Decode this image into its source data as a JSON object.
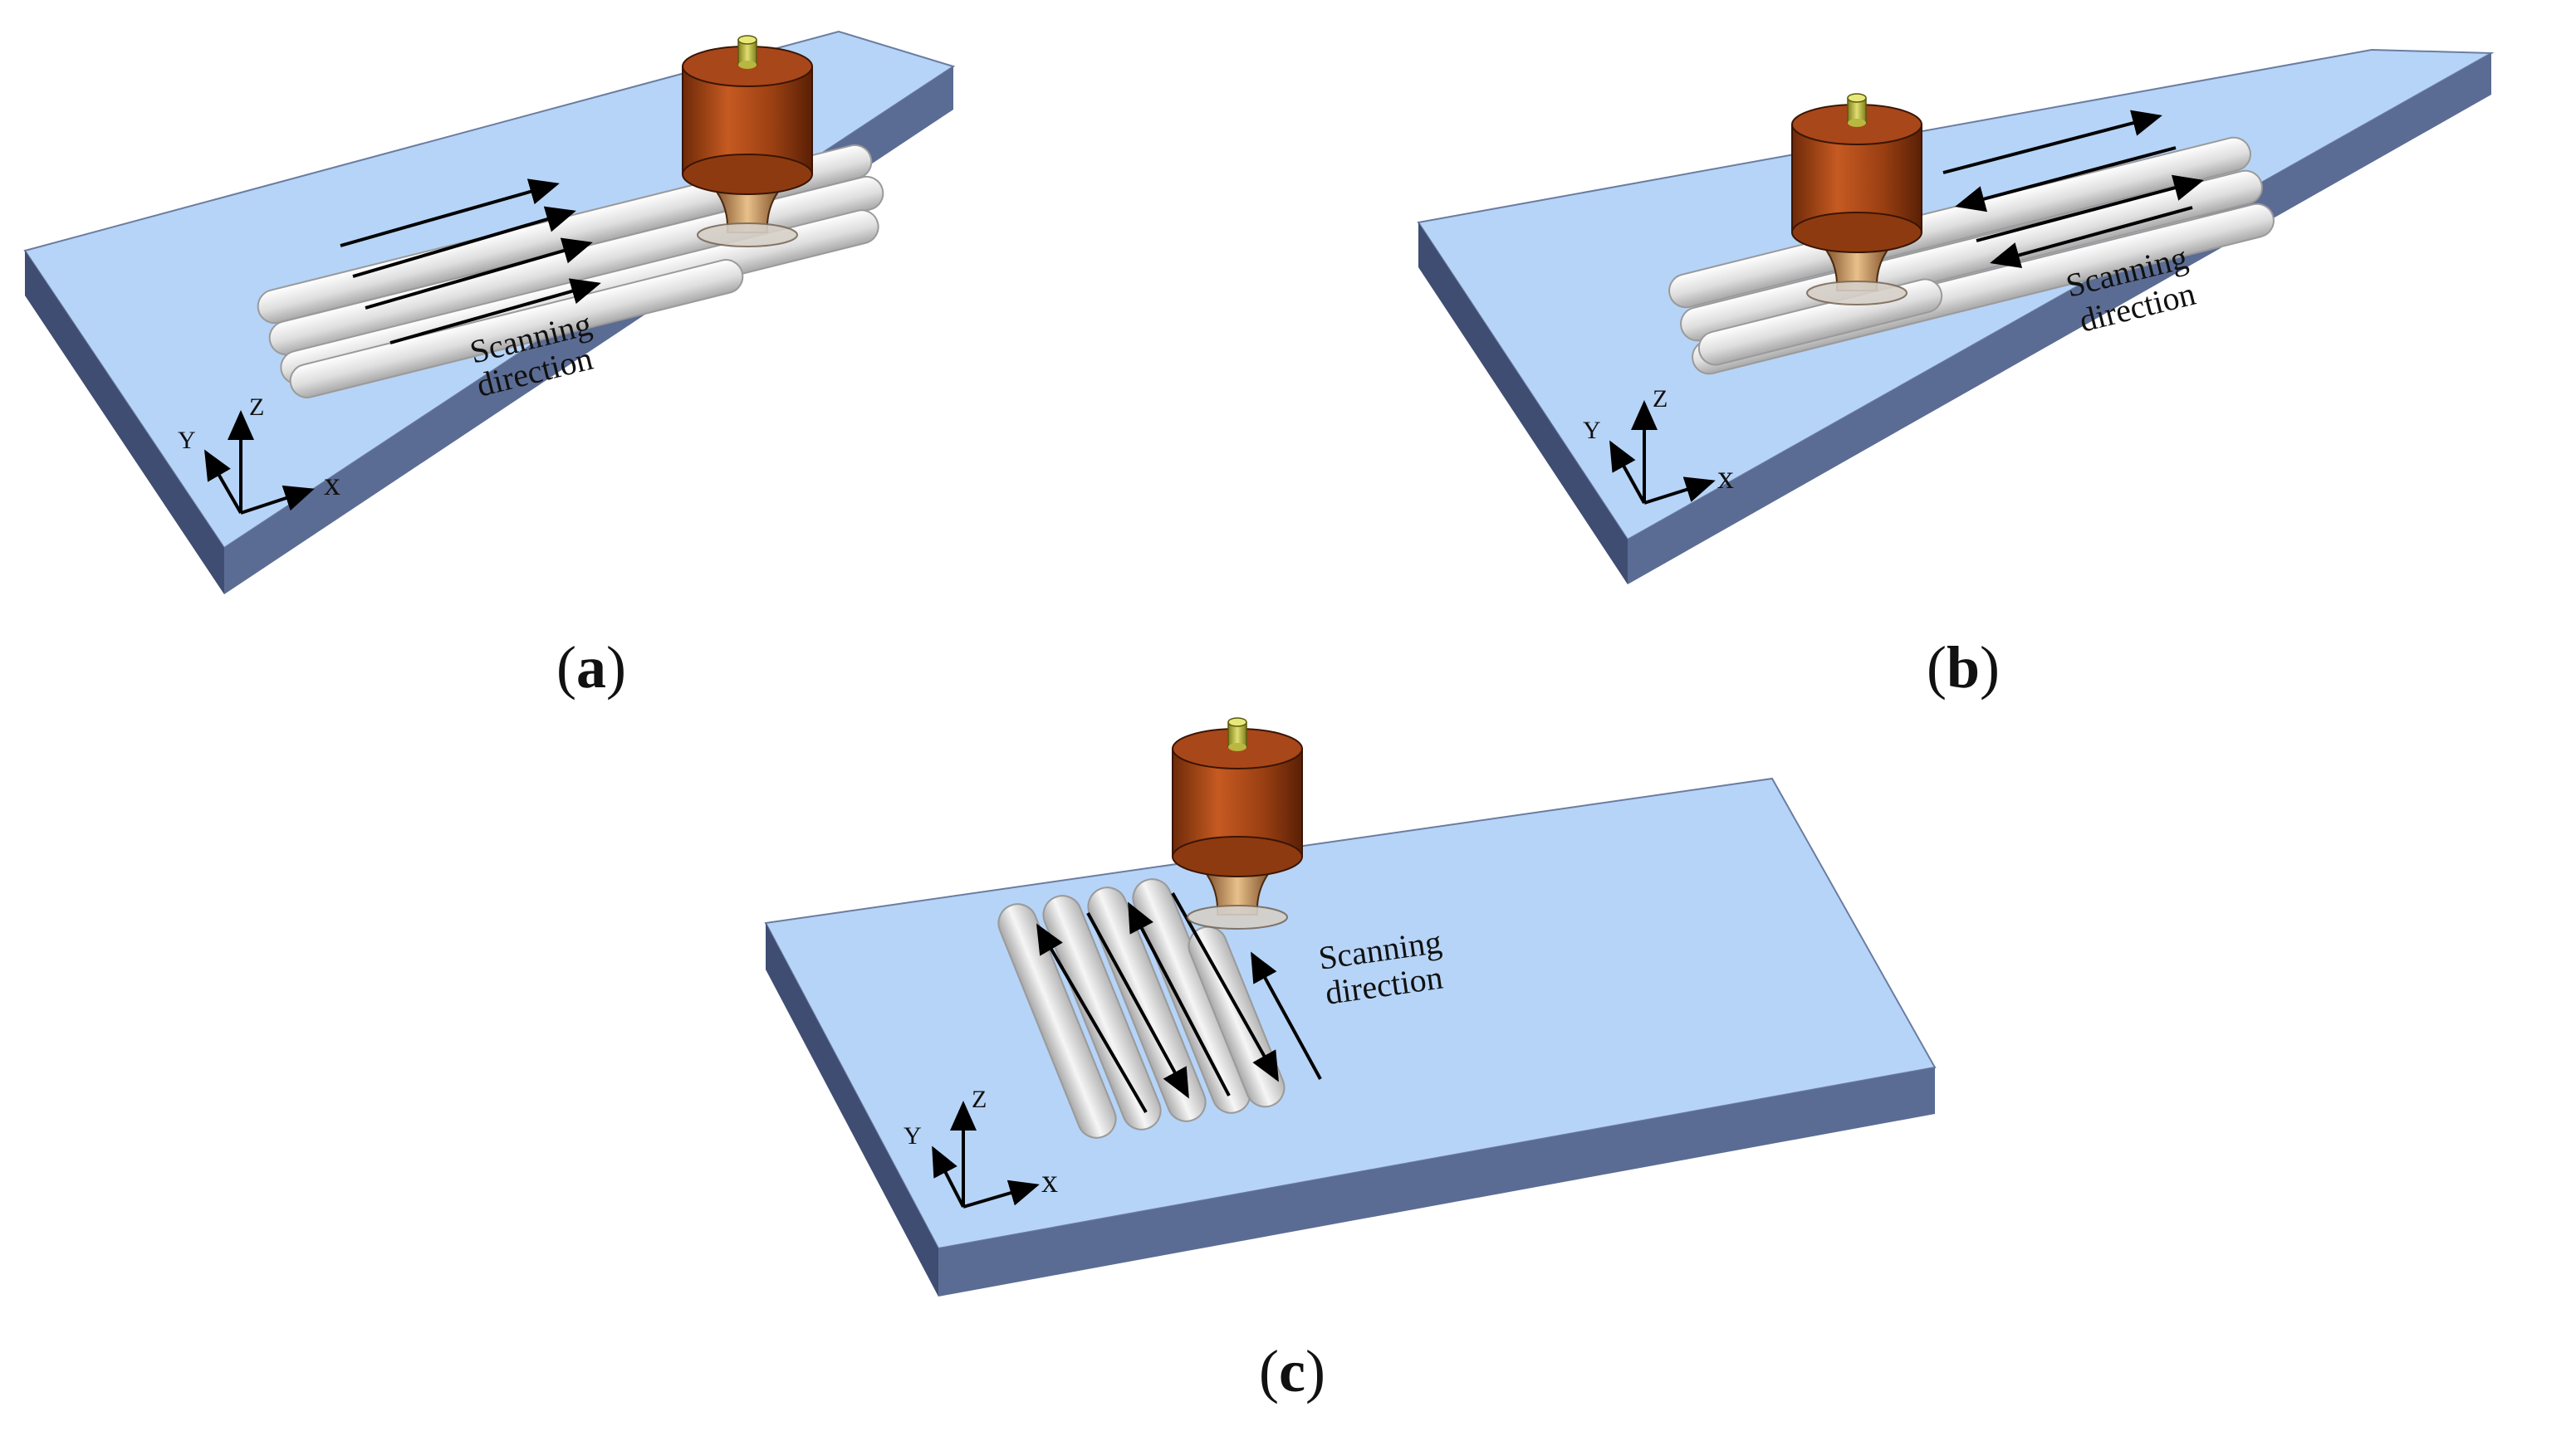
{
  "panels": [
    {
      "caption_open": "(",
      "caption_letter": "a",
      "caption_close": ")",
      "scan_line1": "Scanning",
      "scan_line2": "direction",
      "axes": {
        "y": "Y",
        "z": "Z",
        "x": "x"
      },
      "pattern": "unidirectional along X"
    },
    {
      "caption_open": "(",
      "caption_letter": "b",
      "caption_close": ")",
      "scan_line1": "Scanning",
      "scan_line2": "direction",
      "axes": {
        "y": "Y",
        "z": "Z",
        "x": "x"
      },
      "pattern": "bidirectional (zigzag) along X"
    },
    {
      "caption_open": "(",
      "caption_letter": "c",
      "caption_close": ")",
      "scan_line1": "Scanning",
      "scan_line2": "direction",
      "axes": {
        "y": "Y",
        "z": "Z",
        "x": "x"
      },
      "pattern": "bidirectional (zigzag) along Y"
    }
  ],
  "colors": {
    "plate_top": "#b6d4f7",
    "plate_front": "#5b6c94",
    "plate_side": "#3f4d72",
    "bead": "#e3e3e3",
    "nozzle": "#b8501c",
    "nozzle_tip": "#c9c84a"
  },
  "icons": [
    "arrow-icon",
    "nozzle-icon",
    "coordinate-axes-icon"
  ]
}
